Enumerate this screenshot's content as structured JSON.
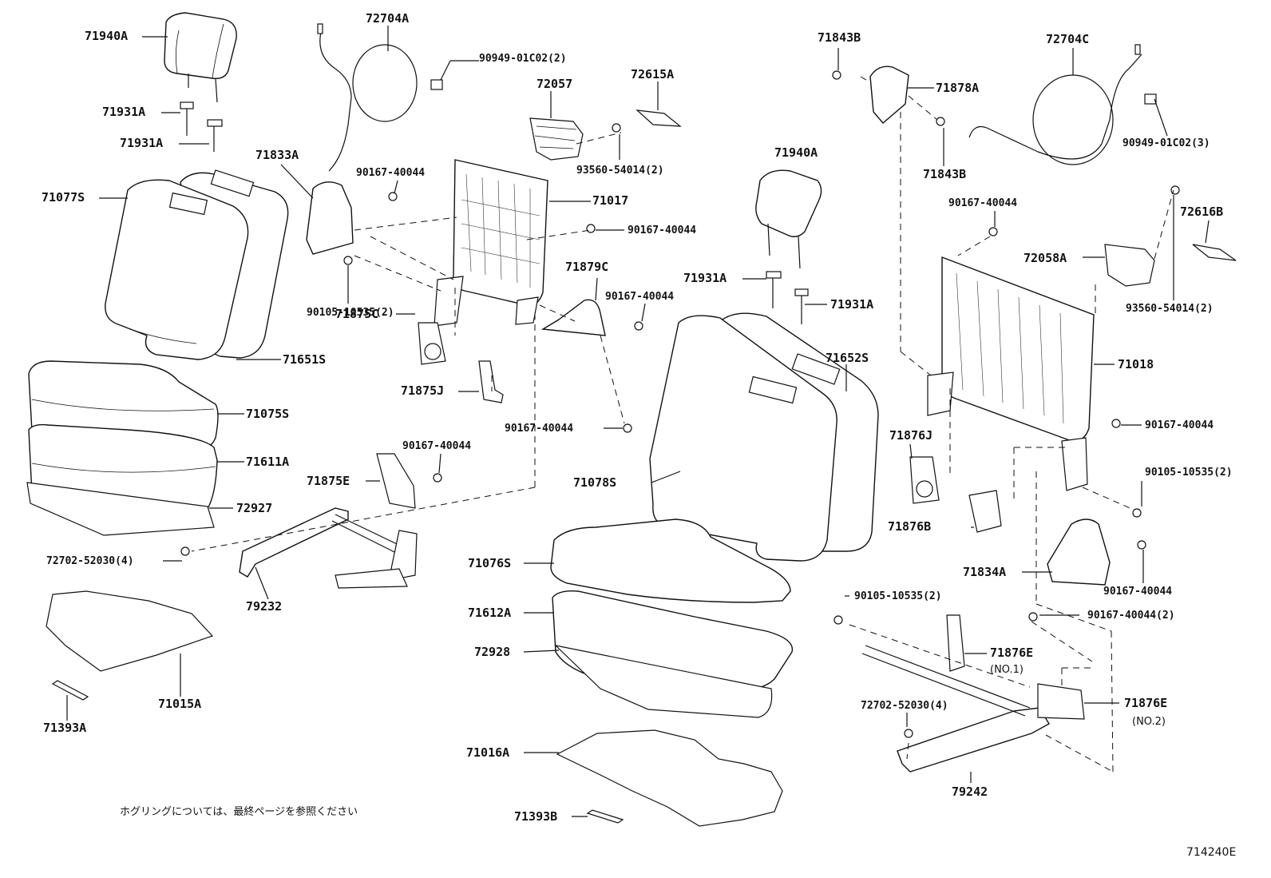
{
  "labels": {
    "l71940A_left": "71940A",
    "l72704A": "72704A",
    "l90949_01C02_2": "90949-01C02(2)",
    "l72615A": "72615A",
    "l72057": "72057",
    "l71931A_1": "71931A",
    "l71931A_2": "71931A",
    "l71833A": "71833A",
    "l90167_top_left": "90167-40044",
    "l93560_left": "93560-54014(2)",
    "l71077S": "71077S",
    "l71017": "71017",
    "l90167_mid_left": "90167-40044",
    "l71879C": "71879C",
    "l90167_mid2": "90167-40044",
    "l90105_left": "90105-10535(2)",
    "l71875C": "71875C",
    "l71651S": "71651S",
    "l71875J": "71875J",
    "l71075S": "71075S",
    "l90167_lower_mid": "90167-40044",
    "l90167_lower_left": "90167-40044",
    "l71611A": "71611A",
    "l71875E": "71875E",
    "l72927": "72927",
    "l72702_left": "72702-52030(4)",
    "l79232": "79232",
    "l71015A": "71015A",
    "l71393A": "71393A",
    "l71843B_top": "71843B",
    "l71878A": "71878A",
    "l72704C": "72704C",
    "l90949_01C02_3": "90949-01C02(3)",
    "l71843B_bottom": "71843B",
    "l71940A_center": "71940A",
    "l90167_right_top": "90167-40044",
    "l72616B": "72616B",
    "l72058A": "72058A",
    "l93560_right": "93560-54014(2)",
    "l71931A_center_1": "71931A",
    "l71931A_center_2": "71931A",
    "l71652S": "71652S",
    "l71018": "71018",
    "l90167_right_mid": "90167-40044",
    "l71876J": "71876J",
    "l90105_right": "90105-10535(2)",
    "l71078S": "71078S",
    "l71876B": "71876B",
    "l71076S": "71076S",
    "l71834A": "71834A",
    "l90167_right_low": "90167-40044",
    "l90105_right_low": "90105-10535(2)",
    "l90167_right_2": "90167-40044(2)",
    "l71612A": "71612A",
    "l71876E_1": "71876E",
    "l71876E_1_no": "(NO.1)",
    "l72928": "72928",
    "l72702_right": "72702-52030(4)",
    "l71876E_2": "71876E",
    "l71876E_2_no": "(NO.2)",
    "l71016A": "71016A",
    "l79242": "79242",
    "l71393B": "71393B",
    "note_jp": "ホグリングについては、最終ページを参照ください",
    "figure_code": "714240E"
  }
}
